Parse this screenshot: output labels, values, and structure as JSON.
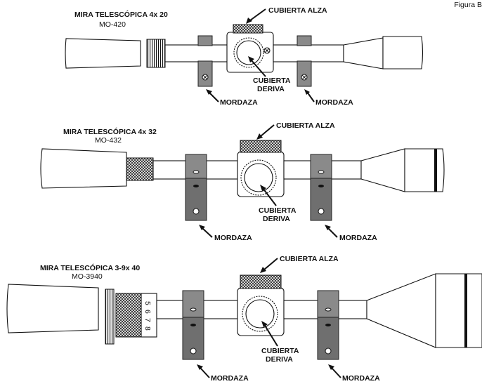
{
  "figure_label": "Figura B",
  "scopes": [
    {
      "title": "MIRA TELESCÓPICA 4x 20",
      "model": "MO-420"
    },
    {
      "title": "MIRA TELESCÓPICA 4x 32",
      "model": "MO-432"
    },
    {
      "title": "MIRA TELESCÓPICA 3-9x 40",
      "model": "MO-3940",
      "zoom_marks": [
        "5",
        "6",
        "7",
        "8"
      ]
    }
  ],
  "labels": {
    "elevation_cover": "CUBIERTA ALZA",
    "windage_cover_line1": "CUBIERTA",
    "windage_cover_line2": "DERIVA",
    "clamp": "MORDAZA"
  }
}
